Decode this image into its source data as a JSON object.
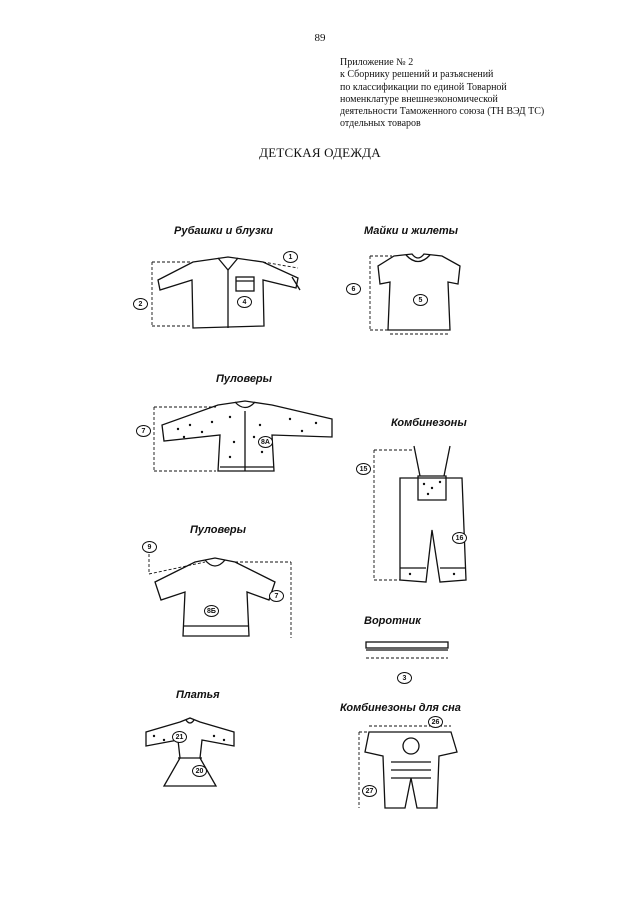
{
  "page_number": "89",
  "appendix": {
    "lines": [
      "Приложение № 2",
      "к Сборнику решений и разъяснений",
      "по классификации по единой Товарной",
      "номенклатуре внешнеэкономической",
      "деятельности Таможенного союза (ТН ВЭД ТС)",
      "отдельных товаров"
    ]
  },
  "title": "ДЕТСКАЯ ОДЕЖДА",
  "categories": {
    "shirts": "Рубашки и блузки",
    "tanks": "Майки и жилеты",
    "pullovers_1": "Пуловеры",
    "overalls": "Комбинезоны",
    "pullovers_2": "Пуловеры",
    "collar": "Воротник",
    "dresses": "Платья",
    "sleepsuits": "Комбинезоны для сна"
  },
  "markers": {
    "shirt_sleeve": "1",
    "shirt_length": "2",
    "shirt_chest": "4",
    "tank_length": "6",
    "tank_chest": "5",
    "pullover1_sleeve": "7",
    "pullover1_chest": "8A",
    "overalls_length": "15",
    "overalls_leg": "16",
    "pullover2_neck": "9",
    "pullover2_sleeve": "7",
    "pullover2_chest": "8Б",
    "collar_length": "3",
    "dress_bodice": "21",
    "dress_skirt": "20",
    "sleep_width": "26",
    "sleep_length": "27"
  }
}
